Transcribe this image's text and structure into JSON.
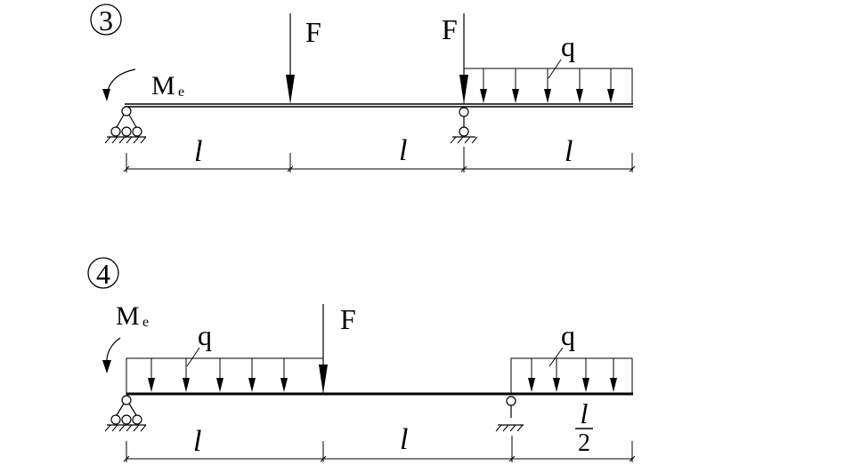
{
  "diagrams": [
    {
      "number": "3",
      "labels": {
        "moment_main": "M",
        "moment_sub": "e",
        "force_1": "F",
        "force_2": "F",
        "load": "q",
        "dim_1": "l",
        "dim_2": "l",
        "dim_3": "l"
      }
    },
    {
      "number": "4",
      "labels": {
        "moment_main": "M",
        "moment_sub": "e",
        "force_1": "F",
        "load_1": "q",
        "load_2": "q",
        "dim_1": "l",
        "dim_2": "l",
        "dim_3_num": "l",
        "dim_3_den": "2"
      }
    }
  ]
}
